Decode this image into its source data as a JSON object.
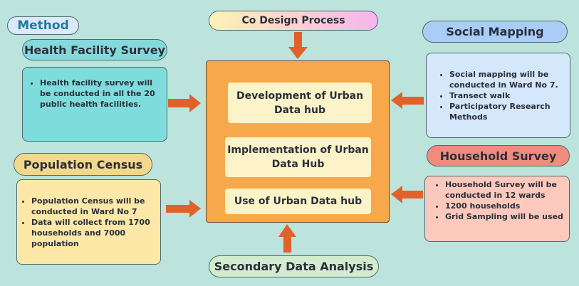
{
  "method_label": "Method",
  "top": {
    "title": "Co Design Process"
  },
  "bottom": {
    "title": "Secondary Data Analysis"
  },
  "center": {
    "items": [
      "Development of Urban Data hub",
      "Implementation of Urban Data Hub",
      "Use of Urban Data hub"
    ]
  },
  "health": {
    "title": "Health Facility Survey",
    "bullets": [
      "Health facility survey will be conducted in all the 20 public health facilities."
    ]
  },
  "population": {
    "title": "Population Census",
    "bullets": [
      "Population Census will be conducted in Ward No 7",
      "Data will collect from 1700 households and 7000 population"
    ]
  },
  "social": {
    "title": "Social Mapping",
    "bullets": [
      "Social mapping will be conducted in Ward No 7.",
      "Transect walk",
      "Participatory Research Methods"
    ]
  },
  "household": {
    "title": "Household Survey",
    "bullets": [
      "Household Survey will be conducted in 12 wards",
      "1200 households",
      "Grid Sampling will be used"
    ]
  },
  "colors": {
    "arrow": "#e0622a",
    "center": "#f7a84a"
  }
}
